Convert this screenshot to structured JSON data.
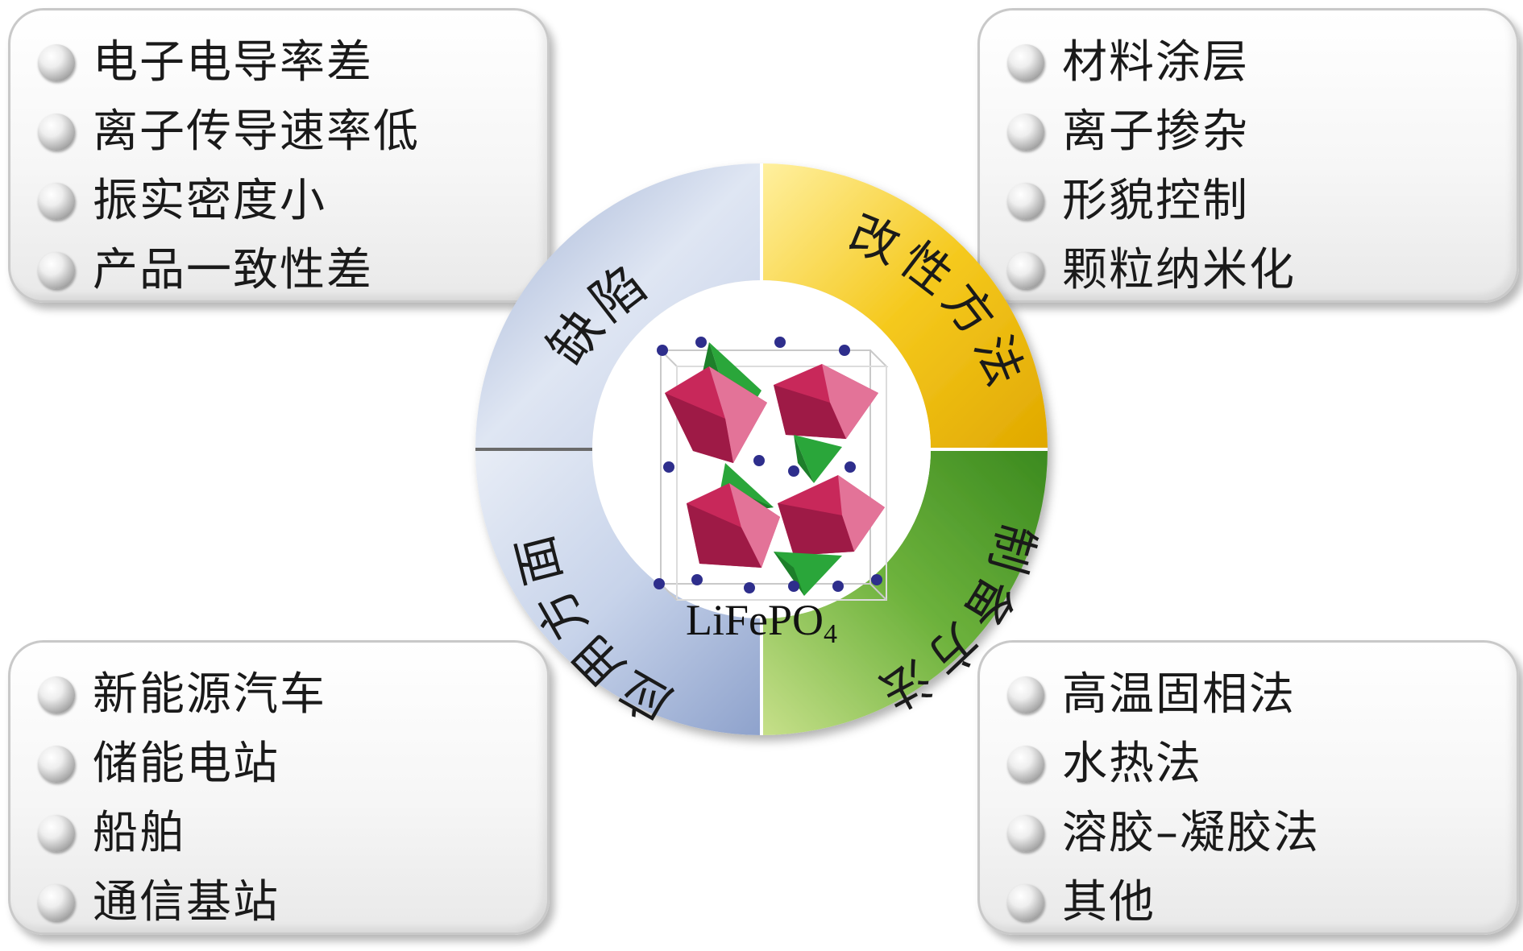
{
  "boxes": {
    "defects": [
      "电子电导率差",
      "离子传导速率低",
      "振实密度小",
      "产品一致性差"
    ],
    "modification": [
      "材料涂层",
      "离子掺杂",
      "形貌控制",
      "颗粒纳米化"
    ],
    "applications": [
      "新能源汽车",
      "储能电站",
      "船舶",
      "通信基站"
    ],
    "preparation": [
      "高温固相法",
      "水热法",
      "溶胶–凝胶法",
      "其他"
    ]
  },
  "ring": {
    "defects": "缺陷",
    "modification": "改性方法",
    "preparation": "制备方法",
    "applications": "应用方面"
  },
  "center": {
    "formula_main": "LiFePO",
    "formula_sub": "4"
  },
  "colors": {
    "defects": "#c4d0e6",
    "modification": "#f2c21c",
    "preparation": "#4e9a2c",
    "applications": "#b7c6e2",
    "octahedron": "#c8285a",
    "tetrahedron": "#2aa63a",
    "atom": "#2e2e8c"
  }
}
